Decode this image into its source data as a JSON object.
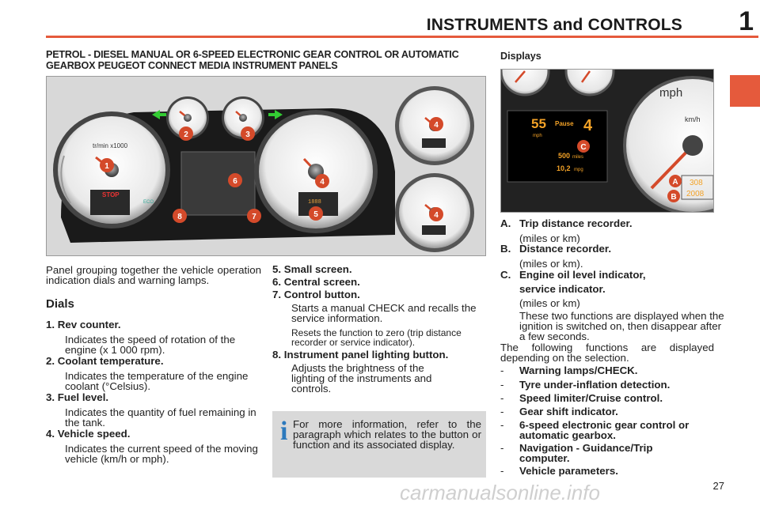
{
  "header": {
    "title": "INSTRUMENTS and CONTROLS",
    "chapter_number": "1"
  },
  "section_title": "PETROL - DIESEL MANUAL OR 6-SPEED ELECTRONIC GEAR CONTROL OR AUTOMATIC GEARBOX PEUGEOT CONNECT MEDIA INSTRUMENT PANELS",
  "panel_photo": {
    "dial_labels": [
      "1",
      "2",
      "3",
      "4",
      "5",
      "6",
      "7",
      "8"
    ],
    "stop_text": "STOP",
    "rev_unit": "tr/min x1000",
    "eco_text": "ECO"
  },
  "intro_text": "Panel grouping together the vehicle operation indication dials and warning lamps.",
  "dials_heading": "Dials",
  "dials": [
    {
      "num": "1.",
      "label": "Rev counter.",
      "desc": "Indicates the speed of rotation of the engine (x 1 000 rpm)."
    },
    {
      "num": "2.",
      "label": "Coolant temperature.",
      "desc": "Indicates the temperature of the engine coolant (°Celsius)."
    },
    {
      "num": "3.",
      "label": "Fuel level.",
      "desc": "Indicates the quantity of fuel remaining in the tank."
    },
    {
      "num": "4.",
      "label": "Vehicle speed.",
      "desc": "Indicates the current speed of the moving vehicle (km/h or mph)."
    }
  ],
  "screens": [
    {
      "num": "5.",
      "label": "Small screen."
    },
    {
      "num": "6.",
      "label": "Central screen."
    },
    {
      "num": "7.",
      "label": "Control button.",
      "desc": "Starts a manual CHECK and recalls the service information.",
      "small": "Resets the function to zero (trip distance recorder or service indicator)."
    },
    {
      "num": "8.",
      "label": "Instrument panel lighting button.",
      "desc": "Adjusts the brightness of the lighting of the instruments and controls."
    }
  ],
  "info_text": "For more information, refer to the paragraph which relates to the button or function and its associated display.",
  "info_icon": "i",
  "displays_heading": "Displays",
  "display_photo": {
    "speed_value": "55",
    "speed_unit": "mph",
    "pause_text": "Pause",
    "gear_value": "4",
    "miles_value": "500",
    "miles_unit": "miles",
    "mpg_value": "10,2",
    "mpg_unit": "mpg",
    "odo_top": "308",
    "odo_bottom": "2008",
    "speed_scale_unit": "mph",
    "kmh_unit": "km/h",
    "markers": [
      "A",
      "B",
      "C"
    ]
  },
  "display_items": [
    {
      "letter": "A.",
      "label": "Trip distance recorder.",
      "desc": "(miles or km)"
    },
    {
      "letter": "B.",
      "label": "Distance recorder.",
      "desc": "(miles or km)."
    },
    {
      "letter": "C.",
      "label": "Engine oil level indicator,",
      "label2": "service indicator.",
      "desc": "(miles or km)",
      "desc2": "These two functions are displayed when the ignition is switched on, then disappear after a few seconds."
    }
  ],
  "functions_intro": "The following functions are displayed depending on the selection.",
  "functions": [
    "Warning lamps/CHECK.",
    "Tyre under-inflation detection.",
    "Speed limiter/Cruise control.",
    "Gear shift indicator.",
    "6-speed electronic gear control or automatic gearbox.",
    "Navigation - Guidance/Trip computer.",
    "Vehicle parameters."
  ],
  "page_number": "27",
  "watermark": "carmanualsonline.info",
  "colors": {
    "accent": "#e55a3c",
    "info_blue": "#2b79bd",
    "marker": "#d44a2a"
  }
}
